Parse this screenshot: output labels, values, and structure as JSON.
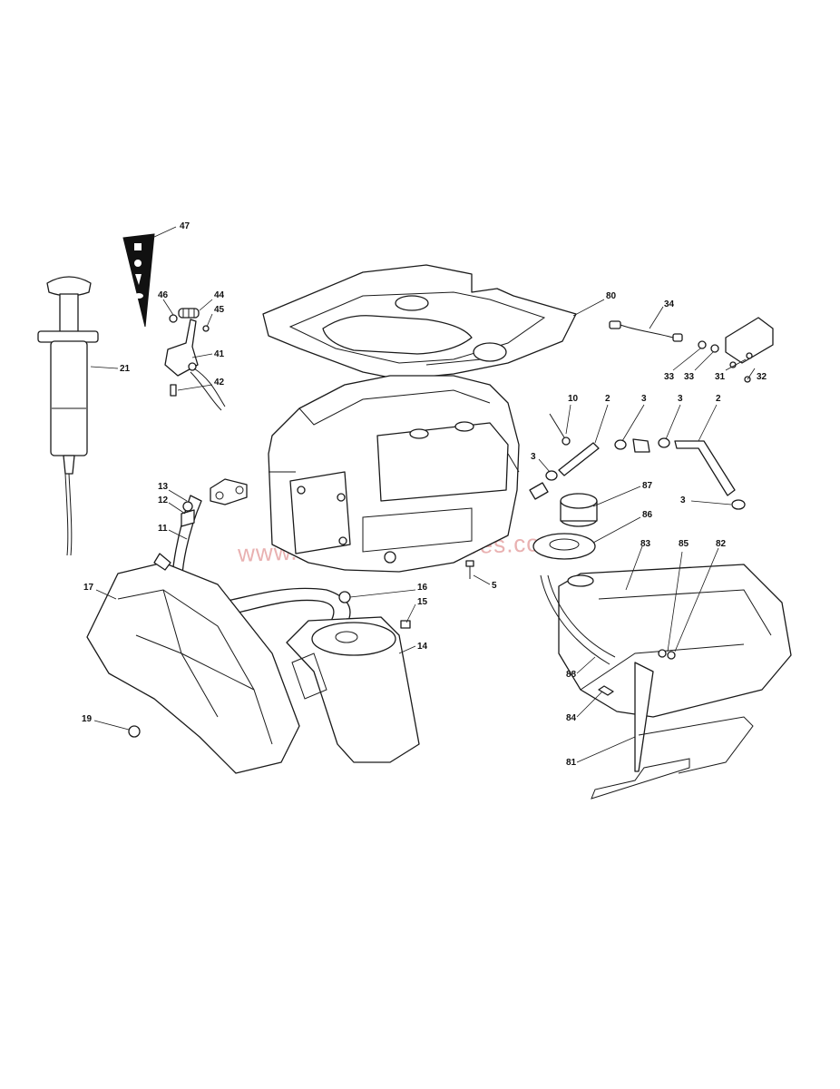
{
  "watermark": "www.mowerpartsspares.co.uk",
  "colors": {
    "line": "#1a1a1a",
    "watermark": "#e9b1b1",
    "background": "#ffffff"
  },
  "labels": {
    "l47": "47",
    "l46": "46",
    "l44": "44",
    "l45": "45",
    "l41": "41",
    "l42": "42",
    "l21": "21",
    "l80": "80",
    "l34": "34",
    "l33a": "33",
    "l33b": "33",
    "l31": "31",
    "l32": "32",
    "l10": "10",
    "l2a": "2",
    "l3a": "3",
    "l3b": "3",
    "l2b": "2",
    "l3c": "3",
    "l3d": "3",
    "l87": "87",
    "l86": "86",
    "l13": "13",
    "l12": "12",
    "l11": "11",
    "l17": "17",
    "l16": "16",
    "l15": "15",
    "l14": "14",
    "l5": "5",
    "l83": "83",
    "l85": "85",
    "l82": "82",
    "l88": "88",
    "l84": "84",
    "l81": "81",
    "l19": "19"
  }
}
